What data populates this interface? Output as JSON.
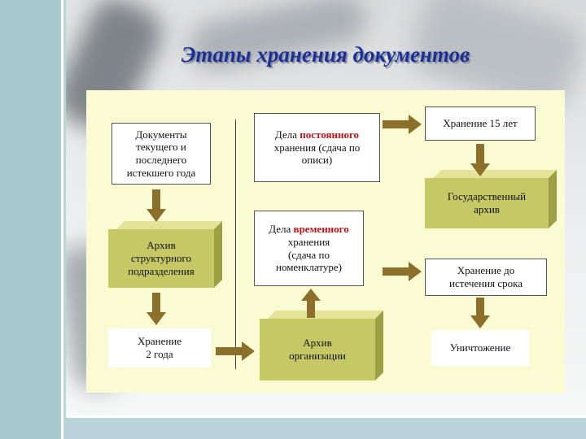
{
  "title": "Этапы хранения документов",
  "diagram": {
    "current_docs": "Документы\nтекущего и\nпоследнего\nистекшего года",
    "struct_archive": "Архив\nструктурного\nподразделения",
    "storage_2y": "Хранение\n2 года",
    "permanent": {
      "pre": "Дела ",
      "highlight": "постоянного",
      "post": "хранения (сдача по\nописи)"
    },
    "temporary": {
      "pre": "Дела ",
      "highlight": "временного",
      "post": "хранения\n(сдача по\nноменклатуре)"
    },
    "org_archive": "Архив\nорганизации",
    "storage_15y": "Хранение 15 лет",
    "state_archive": "Государственный\nархив",
    "until_expiry": "Хранение до\nистечения срока",
    "destruction": "Уничтожение"
  },
  "colors": {
    "title": "#1c2f94",
    "highlight": "#c0141b",
    "prism_front": "#c6c866",
    "arrow": "#8b6f2a",
    "panel": "#fbfbd3"
  }
}
